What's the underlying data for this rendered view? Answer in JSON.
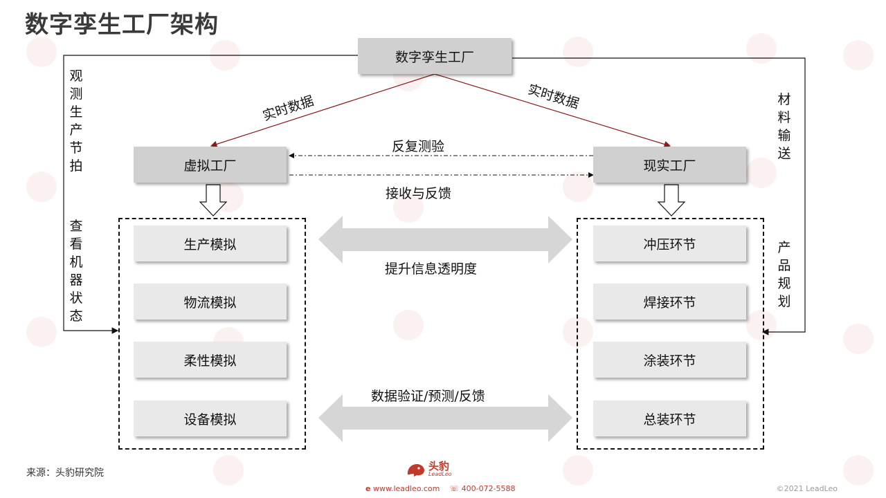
{
  "title": "数字孪生工厂架构",
  "top_node": "数字孪生工厂",
  "virtual_factory": "虚拟工厂",
  "real_factory": "现实工厂",
  "edge_left": "实时数据",
  "edge_right": "实时数据",
  "arrow_back": "反复测验",
  "arrow_forward": "接收与反馈",
  "left_side_top": "观测生产节拍",
  "left_side_bottom": "查看机器状态",
  "right_side_top": "材料输送",
  "right_side_bottom": "产品规划",
  "virtual_items": [
    "生产模拟",
    "物流模拟",
    "柔性模拟",
    "设备模拟"
  ],
  "real_items": [
    "冲压环节",
    "焊接环节",
    "涂装环节",
    "总装环节"
  ],
  "double_arrow_top": "提升信息透明度",
  "double_arrow_bottom": "数据验证/预测/反馈",
  "source": "来源：头豹研究院",
  "logo_text": "头豹",
  "logo_sub": "LeadLeo",
  "website": "www.leadleo.com",
  "phone": "400-072-5588",
  "copyright": "©2021 LeadLeo",
  "colors": {
    "accent": "#8b1a1a",
    "box_dark": "#d0d0d0",
    "box_light": "#e9e9e9",
    "brand": "#c0392b"
  }
}
